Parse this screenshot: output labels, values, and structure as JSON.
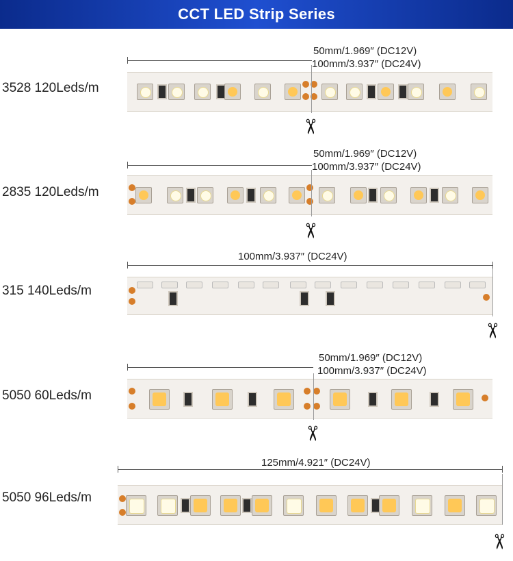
{
  "title": "CCT LED Strip Series",
  "rows": [
    {
      "label": "3528 120Leds/m",
      "dim_line1": "50mm/1.969″ (DC12V)",
      "dim_line2": "100mm/3.937″ (DC24V)"
    },
    {
      "label": "2835 120Leds/m",
      "dim_line1": "50mm/1.969″ (DC12V)",
      "dim_line2": "100mm/3.937″ (DC24V)"
    },
    {
      "label": "315 140Leds/m",
      "dim_line1": "100mm/3.937″ (DC24V)"
    },
    {
      "label": "5050 60Leds/m",
      "dim_line1": "50mm/1.969″ (DC12V)",
      "dim_line2": "100mm/3.937″ (DC24V)"
    },
    {
      "label": "5050 96Leds/m",
      "dim_line1": "125mm/4.921″ (DC24V)"
    }
  ],
  "icons": {
    "cut": "scissors-icon"
  },
  "colors": {
    "banner": "#1f4fd0",
    "copper_pad": "#d77e2a",
    "warm_led": "#ffc857",
    "cool_led": "#fffbe6"
  }
}
